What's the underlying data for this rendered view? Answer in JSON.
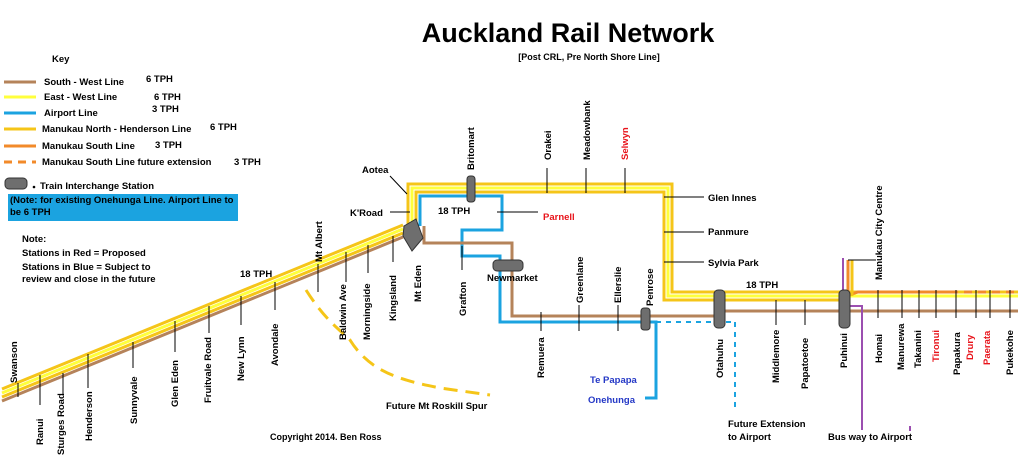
{
  "title": "Auckland Rail Network",
  "subtitle": "[Post CRL, Pre North Shore Line]",
  "copyright": "Copyright 2014. Ben Ross",
  "key": {
    "heading": "Key",
    "lines": [
      {
        "label": "South - West Line",
        "freq": "6 TPH",
        "color": "#b5835a",
        "style": "solid"
      },
      {
        "label": "East - West Line",
        "freq": "6 TPH",
        "color": "#ffff3c",
        "style": "solid"
      },
      {
        "label": "Airport Line",
        "freq": "3 TPH",
        "color": "#1ba3e0",
        "style": "solid"
      },
      {
        "label": "Manukau North - Henderson Line",
        "freq": "6 TPH",
        "color": "#f5c518",
        "style": "solid"
      },
      {
        "label": "Manukau South Line",
        "freq": "3 TPH",
        "color": "#f28a2a",
        "style": "solid"
      },
      {
        "label": "Manukau South Line future extension",
        "freq": "3 TPH",
        "color": "#f28a2a",
        "style": "dashed"
      }
    ],
    "interchange_label": "Train Interchange Station",
    "note_blue": "(Note: for existing Onehunga Line. Airport Line to be 6 TPH",
    "note_heading": "Note:",
    "note_red": "Stations in Red = Proposed",
    "note_blue_stations": "Stations in Blue = Subject to review and close in the future"
  },
  "freq_labels": [
    "18 TPH",
    "18 TPH",
    "18 TPH"
  ],
  "stations": {
    "swanson": "Swanson",
    "ranui": "Ranui",
    "sturges": "Sturges Road",
    "henderson": "Henderson",
    "sunnyvale": "Sunnyvale",
    "glen_eden": "Glen Eden",
    "fruitvale": "Fruitvale Road",
    "new_lynn": "New Lynn",
    "avondale": "Avondale",
    "mt_albert": "Mt Albert",
    "baldwin": "Baldwin Ave",
    "morningside": "Morningside",
    "kingsland": "Kingsland",
    "mt_eden": "Mt Eden",
    "kroad": "K'Road",
    "aotea": "Aotea",
    "britomart": "Britomart",
    "orakei": "Orakei",
    "meadowbank": "Meadowbank",
    "selwyn": "Selwyn",
    "glen_innes": "Glen Innes",
    "panmure": "Panmure",
    "sylvia_park": "Sylvia Park",
    "parnell": "Parnell",
    "grafton": "Grafton",
    "newmarket": "Newmarket",
    "remuera": "Remuera",
    "greenlane": "Greenlane",
    "ellerslie": "Ellerslie",
    "penrose": "Penrose",
    "te_papapa": "Te Papapa",
    "onehunga": "Onehunga",
    "otahuhu": "Otahuhu",
    "middlemore": "Middlemore",
    "papatoetoe": "Papatoetoe",
    "puhinui": "Puhinui",
    "manukau": "Manukau City Centre",
    "homai": "Homai",
    "manurewa": "Manurewa",
    "takanini": "Takanini",
    "tironui": "Tironui",
    "papakura": "Papakura",
    "drury": "Drury",
    "paerata": "Paerata",
    "pukekohe": "Pukekohe"
  },
  "annotations": {
    "roskill": "Future Mt Roskill Spur",
    "airport_ext_1": "Future Extension",
    "airport_ext_2": "to Airport",
    "busway": "Bus way to Airport"
  }
}
